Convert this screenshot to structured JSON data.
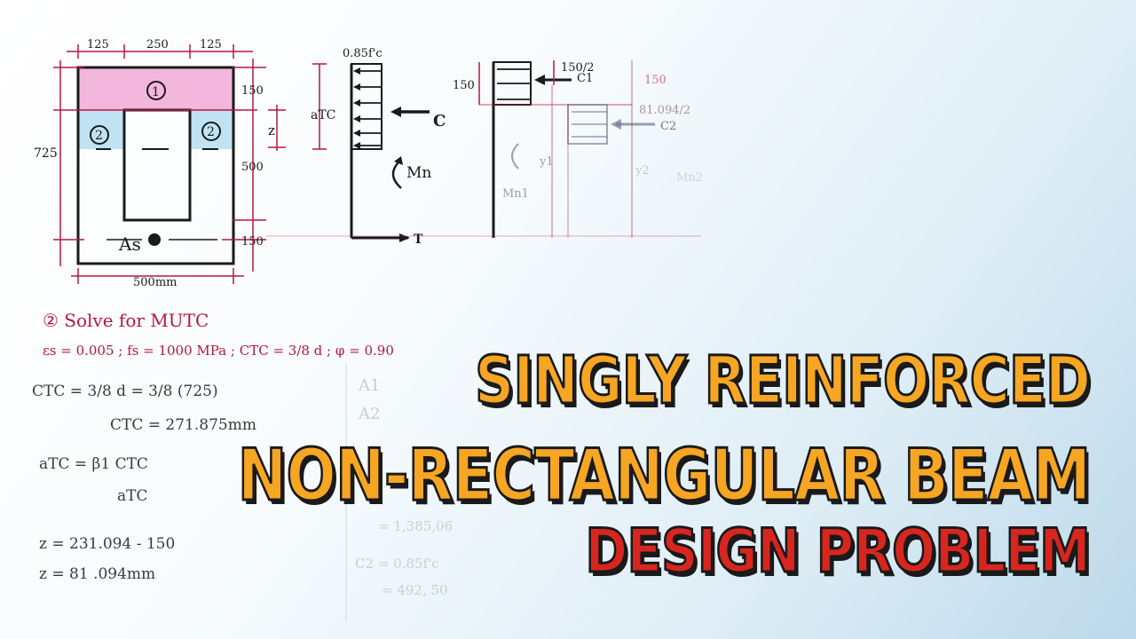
{
  "title": {
    "line1": "SINGLY REINFORCED",
    "line2": "NON-RECTANGULAR BEAM",
    "line3": "DESIGN PROBLEM"
  },
  "section_diagram": {
    "dim_top_left": "125",
    "dim_top_middle": "250",
    "dim_top_right": "125",
    "dim_height": "725",
    "dim_right_top": "150",
    "dim_right_middle": "500",
    "dim_right_bottom": "150",
    "dim_width": "500mm",
    "zone_1": "1",
    "zone_2": "2",
    "steel_label": "As",
    "z_label": "z"
  },
  "stress_diagram": {
    "stress_label": "0.85f'c",
    "depth_label": "aTC",
    "compression": "C",
    "moment": "Mn",
    "tension": "T"
  },
  "split_diagram": {
    "dim_150_left": "150",
    "half_150": "150/2",
    "c1": "C1",
    "dim_150_right": "150",
    "half_z": "81.094/2",
    "c2": "C2",
    "y1": "y1",
    "y2": "y2",
    "mn1": "Mn1",
    "mn2": "Mn2"
  },
  "notes": {
    "heading": "② Solve for MUTC",
    "givens": "εs = 0.005 ; fs = 1000 MPa ; CTC = 3/8 d ; φ = 0.90",
    "ctc_eq": "CTC = 3/8 d = 3/8 (725)",
    "ctc_result": "CTC = 271.875mm",
    "atc_eq": "aTC = β1 CTC",
    "atc_result": "aTC",
    "z_eq": "z = 231.094 - 150",
    "z_result": "z = 81 .094mm",
    "faded_a1": "A1",
    "faded_a2": "A2",
    "faded_area": "= 1,385,06",
    "faded_c2": "C2 = 0.85f'c",
    "faded_val": "= 492, 50"
  },
  "colors": {
    "ink_black": "#1a1a1a",
    "ink_red": "#b5183f",
    "zone1_fill": "#f3b6dc",
    "zone2_fill": "#bfe3f2",
    "title_orange": "#f6a623",
    "title_red": "#d8261f"
  }
}
